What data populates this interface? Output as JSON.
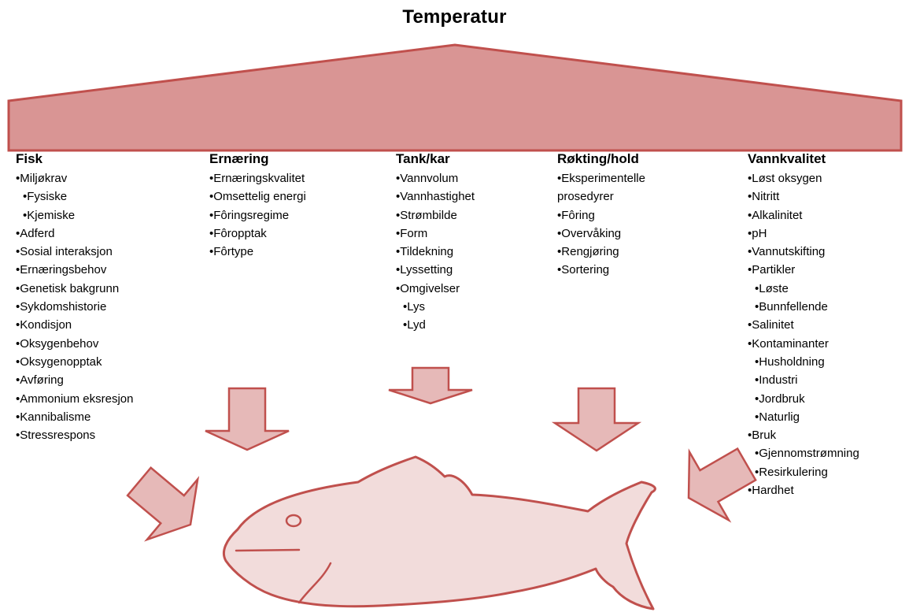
{
  "title": "Temperatur",
  "colors": {
    "roof_fill": "#d99594",
    "roof_stroke": "#c0504d",
    "arrow_fill": "#e6b9b8",
    "arrow_stroke": "#c0504d",
    "fish_fill": "#f2dcdb",
    "fish_stroke": "#c0504d"
  },
  "icons": [
    "temperature-roof-shape",
    "down-arrow-icon",
    "fish-icon"
  ],
  "columns": [
    {
      "heading": "Fisk",
      "items": [
        {
          "text": "Miljøkrav",
          "level": 0
        },
        {
          "text": "Fysiske",
          "level": 1
        },
        {
          "text": "Kjemiske",
          "level": 1
        },
        {
          "text": "Adferd",
          "level": 0
        },
        {
          "text": "Sosial interaksjon",
          "level": 0
        },
        {
          "text": "Ernæringsbehov",
          "level": 0
        },
        {
          "text": "Genetisk bakgrunn",
          "level": 0
        },
        {
          "text": "Sykdomshistorie",
          "level": 0
        },
        {
          "text": "Kondisjon",
          "level": 0
        },
        {
          "text": "Oksygenbehov",
          "level": 0
        },
        {
          "text": "Oksygenopptak",
          "level": 0
        },
        {
          "text": "Avføring",
          "level": 0
        },
        {
          "text": "Ammonium eksresjon",
          "level": 0
        },
        {
          "text": "Kannibalisme",
          "level": 0
        },
        {
          "text": "Stressrespons",
          "level": 0
        }
      ]
    },
    {
      "heading": "Ernæring",
      "items": [
        {
          "text": "Ernæringskvalitet",
          "level": 0
        },
        {
          "text": "Omsettelig energi",
          "level": 0
        },
        {
          "text": "Fôringsregime",
          "level": 0
        },
        {
          "text": "Fôropptak",
          "level": 0
        },
        {
          "text": "Fôrtype",
          "level": 0
        }
      ]
    },
    {
      "heading": "Tank/kar",
      "items": [
        {
          "text": "Vannvolum",
          "level": 0
        },
        {
          "text": "Vannhastighet",
          "level": 0
        },
        {
          "text": "Strømbilde",
          "level": 0
        },
        {
          "text": "Form",
          "level": 0
        },
        {
          "text": "Tildekning",
          "level": 0
        },
        {
          "text": "Lyssetting",
          "level": 0
        },
        {
          "text": "Omgivelser",
          "level": 0
        },
        {
          "text": "Lys",
          "level": 1
        },
        {
          "text": "Lyd",
          "level": 1
        }
      ]
    },
    {
      "heading": "Røkting/hold",
      "items": [
        {
          "text": "Eksperimentelle",
          "level": 0
        },
        {
          "text": "prosedyrer",
          "level": 0,
          "continuation": true
        },
        {
          "text": "Fôring",
          "level": 0
        },
        {
          "text": "Overvåking",
          "level": 0
        },
        {
          "text": "Rengjøring",
          "level": 0
        },
        {
          "text": "Sortering",
          "level": 0
        }
      ]
    },
    {
      "heading": "Vannkvalitet",
      "items": [
        {
          "text": "Løst oksygen",
          "level": 0
        },
        {
          "text": "Nitritt",
          "level": 0
        },
        {
          "text": "Alkalinitet",
          "level": 0
        },
        {
          "text": "pH",
          "level": 0
        },
        {
          "text": "Vannutskifting",
          "level": 0
        },
        {
          "text": "Partikler",
          "level": 0
        },
        {
          "text": "Løste",
          "level": 1
        },
        {
          "text": "Bunnfellende",
          "level": 1
        },
        {
          "text": "Salinitet",
          "level": 0
        },
        {
          "text": "Kontaminanter",
          "level": 0
        },
        {
          "text": "Husholdning",
          "level": 1
        },
        {
          "text": "Industri",
          "level": 1
        },
        {
          "text": "Jordbruk",
          "level": 1
        },
        {
          "text": "Naturlig",
          "level": 1
        },
        {
          "text": "Bruk",
          "level": 0
        },
        {
          "text": "Gjennomstrømning",
          "level": 1
        },
        {
          "text": "Resirkulering",
          "level": 1
        },
        {
          "text": "Hardhet",
          "level": 0
        }
      ]
    }
  ]
}
